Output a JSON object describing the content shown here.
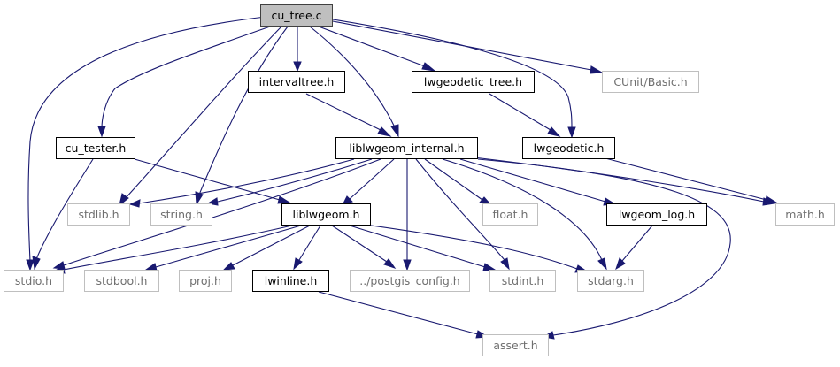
{
  "graph": {
    "edge_color": "#191970",
    "nodes": {
      "cu_tree_c": {
        "label": "cu_tree.c",
        "kind": "root"
      },
      "intervaltree_h": {
        "label": "intervaltree.h",
        "kind": "documented"
      },
      "lwgeodetic_tree_h": {
        "label": "lwgeodetic_tree.h",
        "kind": "documented"
      },
      "cunit_basic_h": {
        "label": "CUnit/Basic.h",
        "kind": "external"
      },
      "cu_tester_h": {
        "label": "cu_tester.h",
        "kind": "documented"
      },
      "liblwgeom_internal_h": {
        "label": "liblwgeom_internal.h",
        "kind": "documented"
      },
      "lwgeodetic_h": {
        "label": "lwgeodetic.h",
        "kind": "documented"
      },
      "stdlib_h": {
        "label": "stdlib.h",
        "kind": "external"
      },
      "string_h": {
        "label": "string.h",
        "kind": "external"
      },
      "liblwgeom_h": {
        "label": "liblwgeom.h",
        "kind": "documented"
      },
      "float_h": {
        "label": "float.h",
        "kind": "external"
      },
      "lwgeom_log_h": {
        "label": "lwgeom_log.h",
        "kind": "documented"
      },
      "math_h": {
        "label": "math.h",
        "kind": "external"
      },
      "stdio_h": {
        "label": "stdio.h",
        "kind": "external"
      },
      "stdbool_h": {
        "label": "stdbool.h",
        "kind": "external"
      },
      "proj_h": {
        "label": "proj.h",
        "kind": "external"
      },
      "lwinline_h": {
        "label": "lwinline.h",
        "kind": "documented"
      },
      "postgis_config_h": {
        "label": "../postgis_config.h",
        "kind": "external"
      },
      "stdint_h": {
        "label": "stdint.h",
        "kind": "external"
      },
      "stdarg_h": {
        "label": "stdarg.h",
        "kind": "external"
      },
      "assert_h": {
        "label": "assert.h",
        "kind": "external"
      }
    }
  }
}
